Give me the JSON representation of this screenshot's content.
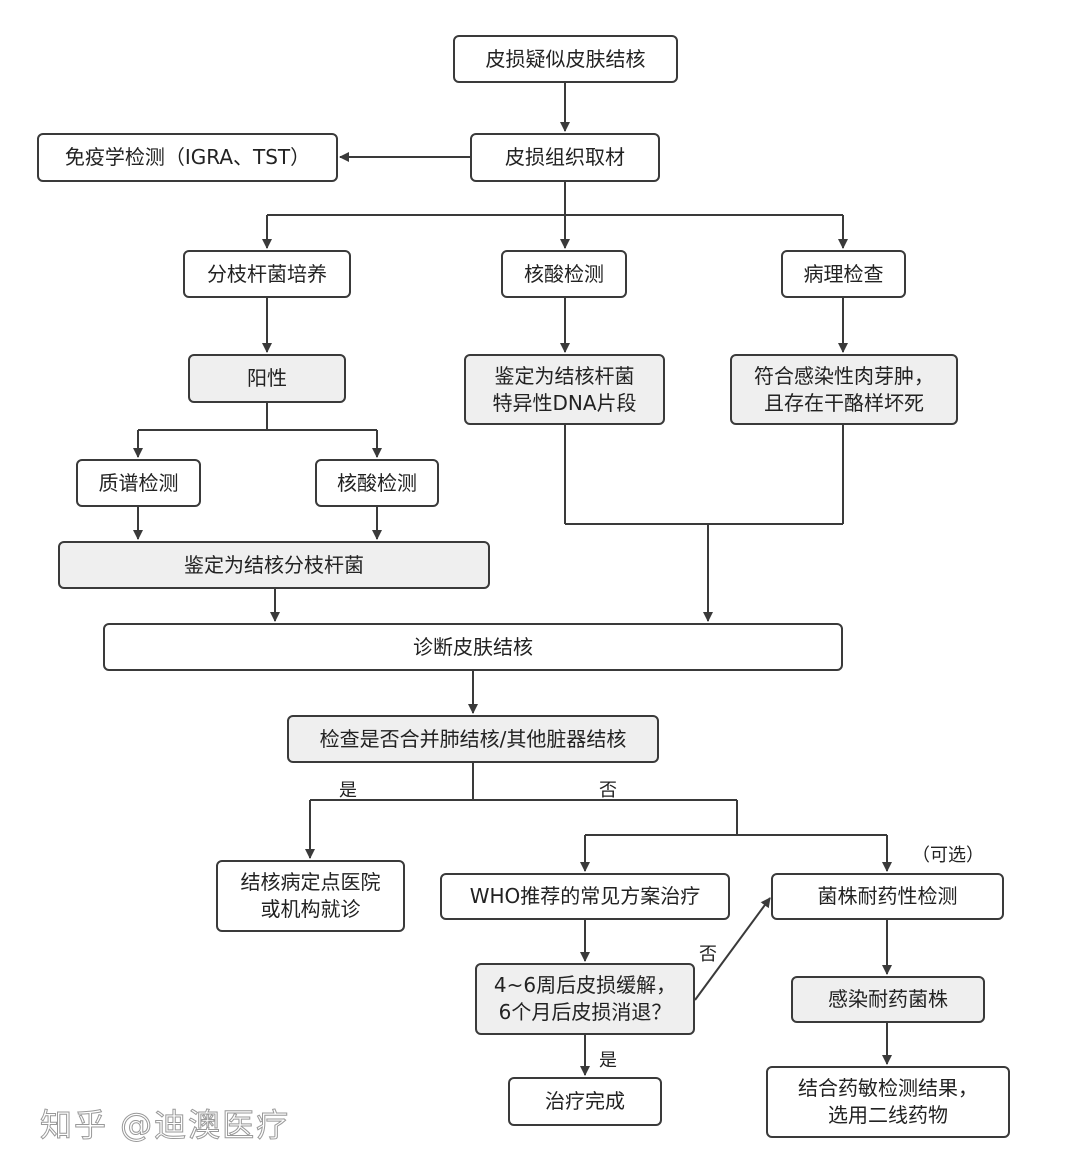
{
  "nodes": {
    "suspect": "皮损疑似皮肤结核",
    "sampling": "皮损组织取材",
    "immuno": "免疫学检测（IGRA、TST）",
    "culture": "分枝杆菌培养",
    "nucleic": "核酸检测",
    "pathology": "病理检查",
    "positive": "阳性",
    "dna": "鉴定为结核杆菌\n特异性DNA片段",
    "granuloma": "符合感染性肉芽肿，\n且存在干酪样坏死",
    "mass_spec": "质谱检测",
    "nucleic2": "核酸检测",
    "identified": "鉴定为结核分枝杆菌",
    "diagnosis": "诊断皮肤结核",
    "check_other": "检查是否合并肺结核/其他脏器结核",
    "hospital": "结核病定点医院\n或机构就诊",
    "who": "WHO推荐的常见方案治疗",
    "resistance_test": "菌株耐药性检测",
    "remission": "4~6周后皮损缓解，\n6个月后皮损消退？",
    "done": "治疗完成",
    "resistant": "感染耐药菌株",
    "second_line": "结合药敏检测结果，\n选用二线药物"
  },
  "labels": {
    "yes1": "是",
    "no1": "否",
    "optional": "（可选）",
    "no2": "否",
    "yes2": "是"
  },
  "watermark": "知乎 @迪澳医疗",
  "colors": {
    "stroke": "#3a3a3a",
    "gray_fill": "#efefef"
  }
}
